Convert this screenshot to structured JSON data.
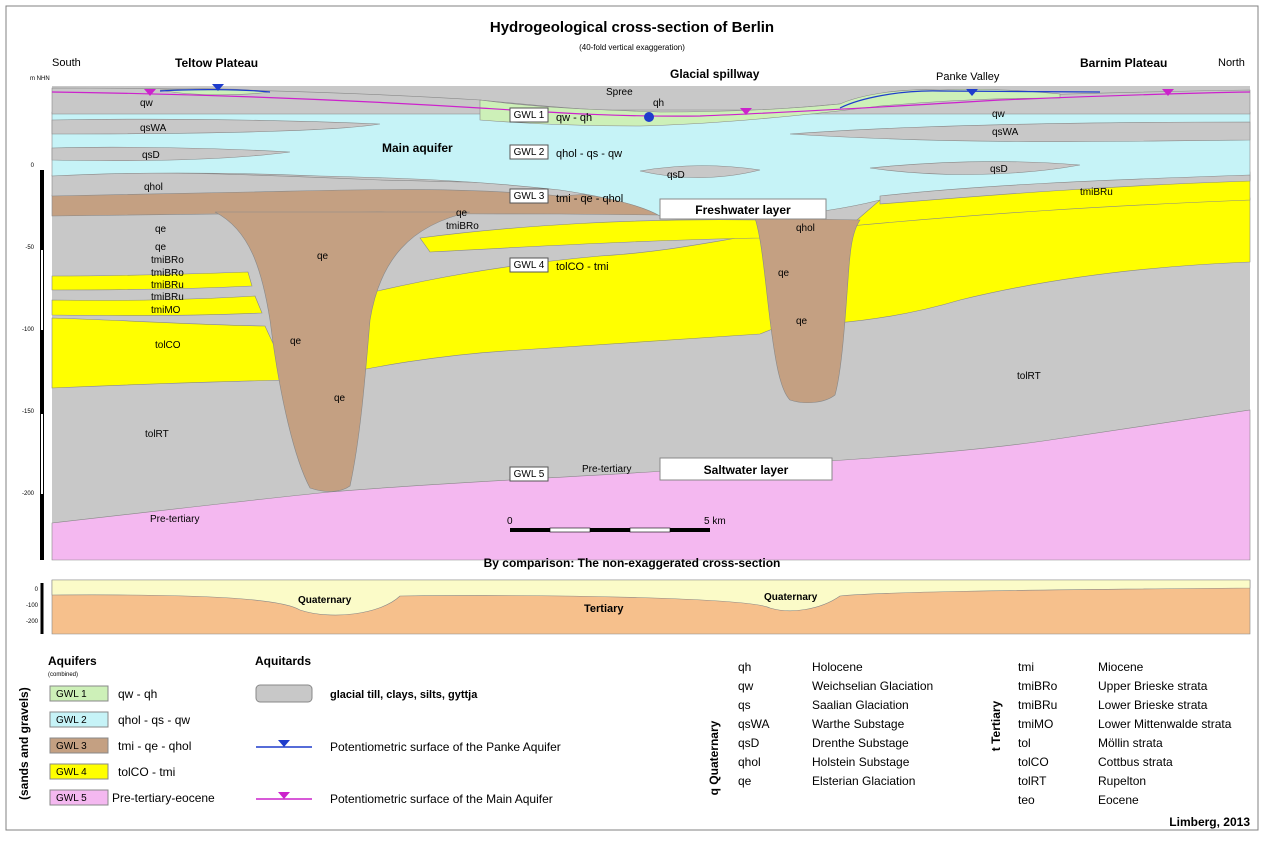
{
  "title": "Hydrogeological cross-section of Berlin",
  "subtitle": "(40-fold vertical exaggeration)",
  "directions": {
    "south": "South",
    "north": "North"
  },
  "places": {
    "teltow": "Teltow Plateau",
    "spillway": "Glacial spillway",
    "barnim": "Barnim Plateau",
    "panke": "Panke Valley",
    "spree": "Spree"
  },
  "axis": {
    "unit": "m NHN",
    "ticks": [
      "0",
      "-50",
      "-100",
      "-150",
      "-200"
    ]
  },
  "gwl_labels": [
    {
      "box": "GWL 1",
      "text": "qw - qh"
    },
    {
      "box": "GWL 2",
      "text": "qhol - qs - qw"
    },
    {
      "box": "GWL 3",
      "text": "tmi - qe - qhol"
    },
    {
      "box": "GWL 4",
      "text": "tolCO - tmi"
    },
    {
      "box": "GWL 5",
      "text": "Pre-tertiary"
    }
  ],
  "callouts": {
    "main_aquifer": "Main aquifer",
    "freshwater": "Freshwater layer",
    "saltwater": "Saltwater layer"
  },
  "strata": {
    "qw": "qw",
    "qh": "qh",
    "qsWA": "qsWA",
    "qsD": "qsD",
    "qhol": "qhol",
    "qe": "qe",
    "tmiBRo": "tmiBRo",
    "tmiBRu": "tmiBRu",
    "tmiMO": "tmiMO",
    "tolCO": "tolCO",
    "tolRT": "tolRT",
    "pretertiary": "Pre-tertiary"
  },
  "scale": {
    "start": "0",
    "end": "5 km"
  },
  "comparison": {
    "heading": "By comparison: The non-exaggerated cross-section",
    "quaternary": "Quaternary",
    "tertiary": "Tertiary",
    "ticks": [
      "0",
      "-100",
      "-200"
    ]
  },
  "legend": {
    "side_label": "(sands and gravels)",
    "aquifers_title": "Aquifers",
    "aquifers_sub": "(combined)",
    "aquitards_title": "Aquitards",
    "aquifers": [
      {
        "box": "GWL 1",
        "text": "qw - qh",
        "color": "#cdf0b8"
      },
      {
        "box": "GWL 2",
        "text": "qhol - qs - qw",
        "color": "#c6f3f7"
      },
      {
        "box": "GWL 3",
        "text": "tmi - qe - qhol",
        "color": "#c4a082"
      },
      {
        "box": "GWL 4",
        "text": "tolCO - tmi",
        "color": "#ffff00"
      },
      {
        "box": "GWL 5",
        "text": "Pre-tertiary-eocene",
        "color": "#f4b8f0"
      }
    ],
    "aquitard_text": "glacial till, clays, silts, gyttja",
    "panke_surface": "Potentiometric surface of the Panke Aquifer",
    "main_surface": "Potentiometric surface of the Main Aquifer",
    "quaternary_title": "q Quaternary",
    "quaternary": [
      {
        "code": "qh",
        "name": "Holocene"
      },
      {
        "code": "qw",
        "name": "Weichselian Glaciation"
      },
      {
        "code": "qs",
        "name": "Saalian Glaciation"
      },
      {
        "code": "qsWA",
        "name": "Warthe Substage"
      },
      {
        "code": "qsD",
        "name": "Drenthe Substage"
      },
      {
        "code": "qhol",
        "name": "Holstein Substage"
      },
      {
        "code": "qe",
        "name": "Elsterian Glaciation"
      }
    ],
    "tertiary_title": "t Tertiary",
    "tertiary": [
      {
        "code": "tmi",
        "name": "Miocene"
      },
      {
        "code": "tmiBRo",
        "name": "Upper Brieske strata"
      },
      {
        "code": "tmiBRu",
        "name": "Lower Brieske strata"
      },
      {
        "code": "tmiMO",
        "name": "Lower Mittenwalde strata"
      },
      {
        "code": "tol",
        "name": "Möllin strata"
      },
      {
        "code": "tolCO",
        "name": "Cottbus strata"
      },
      {
        "code": "tolRT",
        "name": "Rupelton"
      },
      {
        "code": "teo",
        "name": "Eocene"
      }
    ]
  },
  "credit": "Limberg, 2013",
  "colors": {
    "gwl1": "#cdf0b8",
    "gwl2": "#c6f3f7",
    "gwl3": "#c4a082",
    "gwl4": "#ffff00",
    "gwl5": "#f4b8f0",
    "aquitard": "#c8c8c8",
    "panke_line": "#1e3ccc",
    "main_line": "#cc22cc",
    "comp_quaternary": "#fbfbc8",
    "comp_tertiary": "#f6c08c"
  }
}
